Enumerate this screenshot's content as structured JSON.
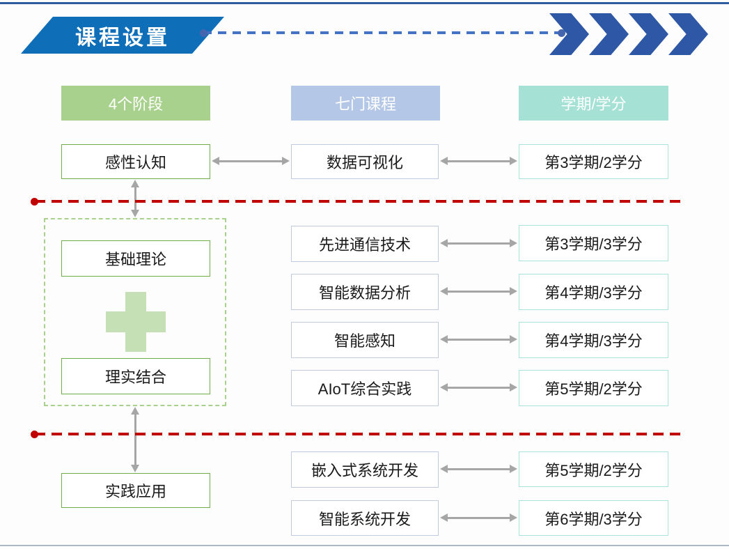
{
  "page": {
    "title": "课程设置",
    "colors": {
      "banner_blue": "#0E6EB8",
      "chevron_blue": "#2E58A6",
      "connector_blue": "#4472C4",
      "divider_red": "#C00000",
      "stage_border_green": "#70AD47",
      "stages_header_fill": "#A9D18E",
      "courses_header_fill": "#B4C7E7",
      "credits_header_fill": "#A6E1D5",
      "plus_green": "#C5E0B4",
      "arrow_gray": "#A6A6A6"
    }
  },
  "columns": {
    "stages_header": "4个阶段",
    "courses_header": "七门课程",
    "credits_header": "学期/学分"
  },
  "stages": {
    "perception": "感性认知",
    "theory": "基础理论",
    "integration": "理实结合",
    "practice": "实践应用"
  },
  "rows": [
    {
      "course": "数据可视化",
      "credit": "第3学期/2学分"
    },
    {
      "course": "先进通信技术",
      "credit": "第3学期/3学分"
    },
    {
      "course": "智能数据分析",
      "credit": "第4学期/3学分"
    },
    {
      "course": "智能感知",
      "credit": "第4学期/3学分"
    },
    {
      "course": "AIoT综合实践",
      "credit": "第5学期/2学分"
    },
    {
      "course": "嵌入式系统开发",
      "credit": "第5学期/2学分"
    },
    {
      "course": "智能系统开发",
      "credit": "第6学期/3学分"
    }
  ]
}
